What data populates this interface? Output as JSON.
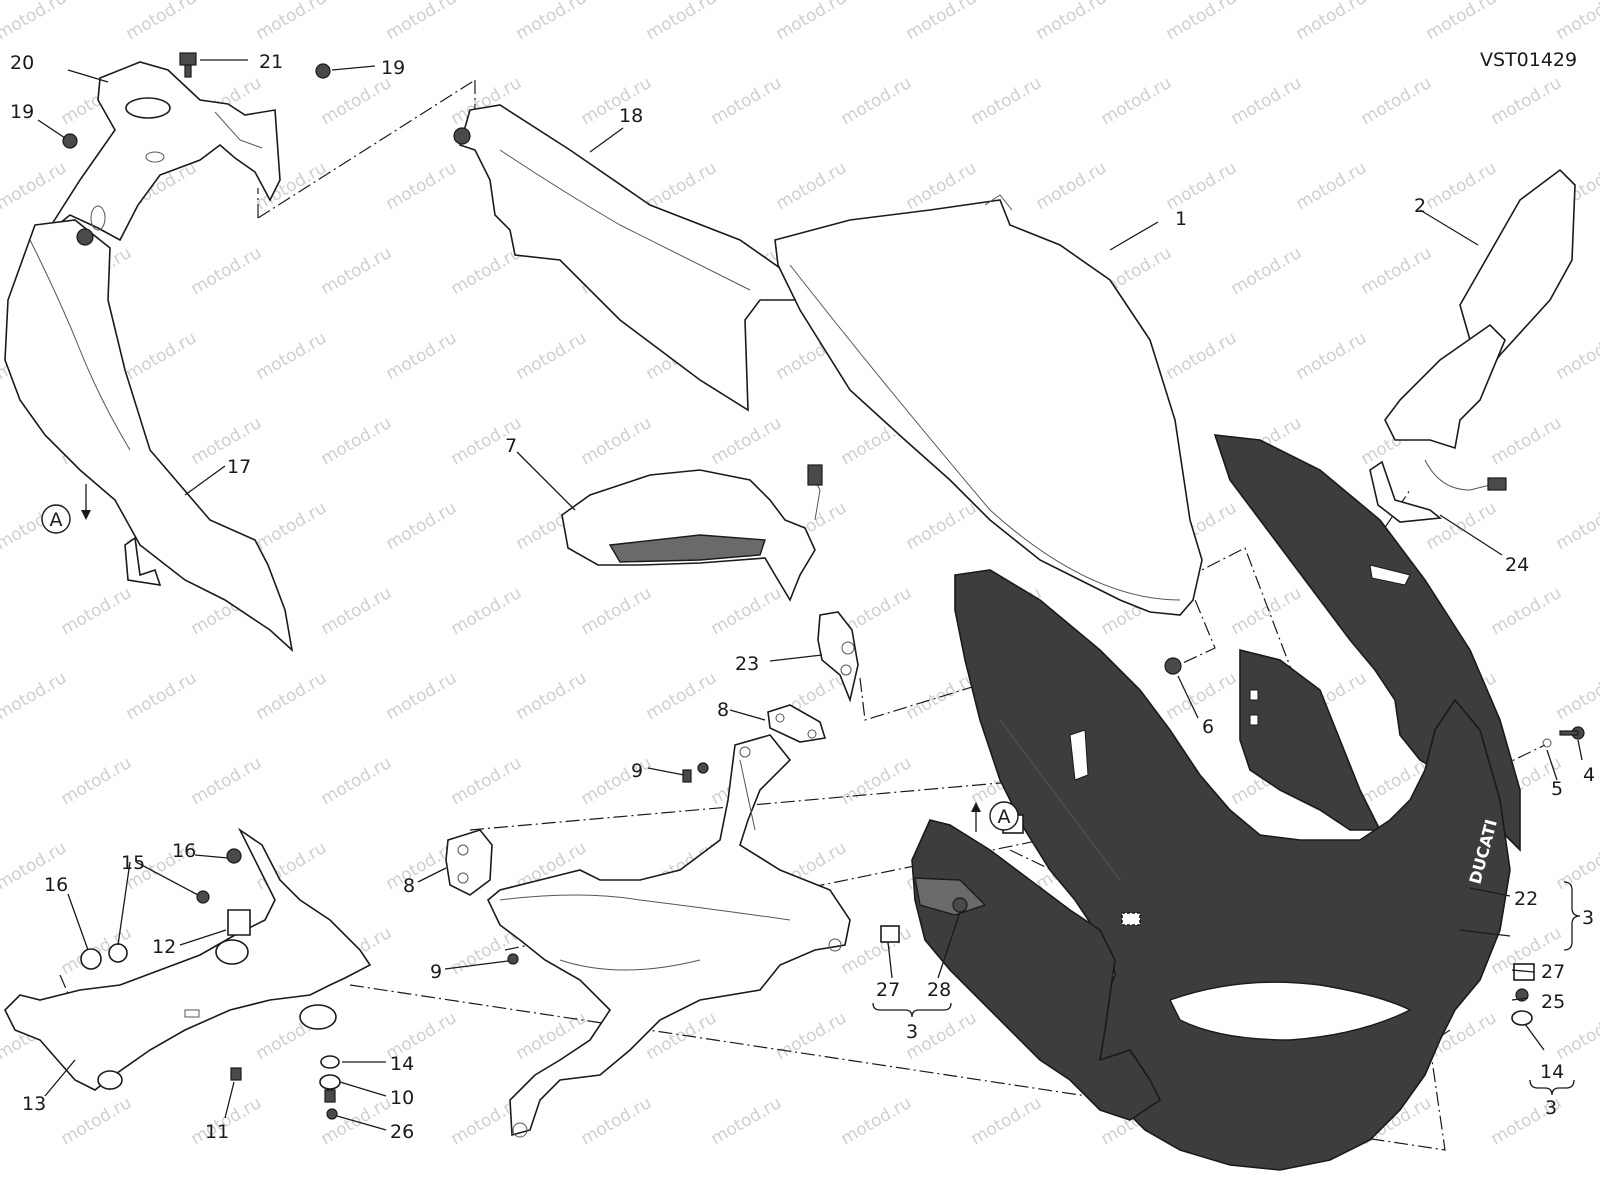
{
  "drawing_code": "VST01429",
  "watermark": "motod.ru",
  "view_marker": "A",
  "callouts": [
    "1",
    "2",
    "3",
    "4",
    "5",
    "6",
    "7",
    "8",
    "9",
    "10",
    "11",
    "12",
    "13",
    "14",
    "15",
    "16",
    "17",
    "18",
    "19",
    "20",
    "21",
    "22",
    "23",
    "24",
    "25",
    "26",
    "27",
    "28"
  ],
  "labels": {
    "n1": "1",
    "n2": "2",
    "n4": "4",
    "n5": "5",
    "n6": "6",
    "n7": "7",
    "n8a": "8",
    "n8b": "8",
    "n9a": "9",
    "n9b": "9",
    "n10": "10",
    "n11": "11",
    "n12": "12",
    "n13": "13",
    "n14a": "14",
    "n14b": "14",
    "n15": "15",
    "n16a": "16",
    "n16b": "16",
    "n17": "17",
    "n18": "18",
    "n19a": "19",
    "n19b": "19",
    "n20": "20",
    "n21": "21",
    "n22": "22",
    "n23": "23",
    "n24": "24",
    "n25": "25",
    "n26": "26",
    "n27a": "27",
    "n27b": "27",
    "n28": "28",
    "kit3a": "3",
    "kit3b": "3",
    "kit3c": "3",
    "markerA1": "A",
    "markerA2": "A"
  },
  "colors": {
    "line": "#1a1a1a",
    "fairing_dark": "#3d3d3d",
    "background": "#ffffff",
    "watermark": "#cfcfcf"
  }
}
